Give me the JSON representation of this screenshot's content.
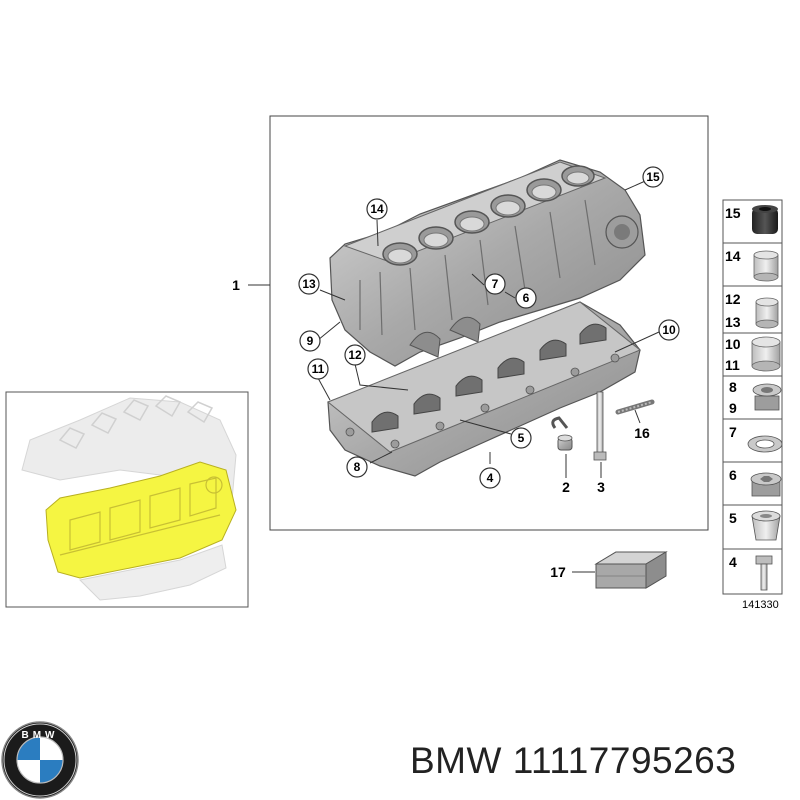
{
  "callouts": {
    "c1": "1",
    "c2": "2",
    "c3": "3",
    "c4": "4",
    "c5": "5",
    "c6": "6",
    "c7": "7",
    "c8": "8",
    "c9": "9",
    "c10": "10",
    "c11": "11",
    "c12": "12",
    "c13": "13",
    "c14": "14",
    "c15": "15",
    "c16": "16",
    "c17": "17"
  },
  "side_panel": [
    "15",
    "14",
    "12",
    "13",
    "10",
    "11",
    "8",
    "9",
    "7",
    "6",
    "5",
    "4"
  ],
  "diagram_number": "141330",
  "logo": {
    "letters": "BMW"
  },
  "brand": "BMW",
  "part_number": "11117795263",
  "colors": {
    "highlight": "#f5f542",
    "metal": "#b9b9b9",
    "line": "#444444"
  }
}
